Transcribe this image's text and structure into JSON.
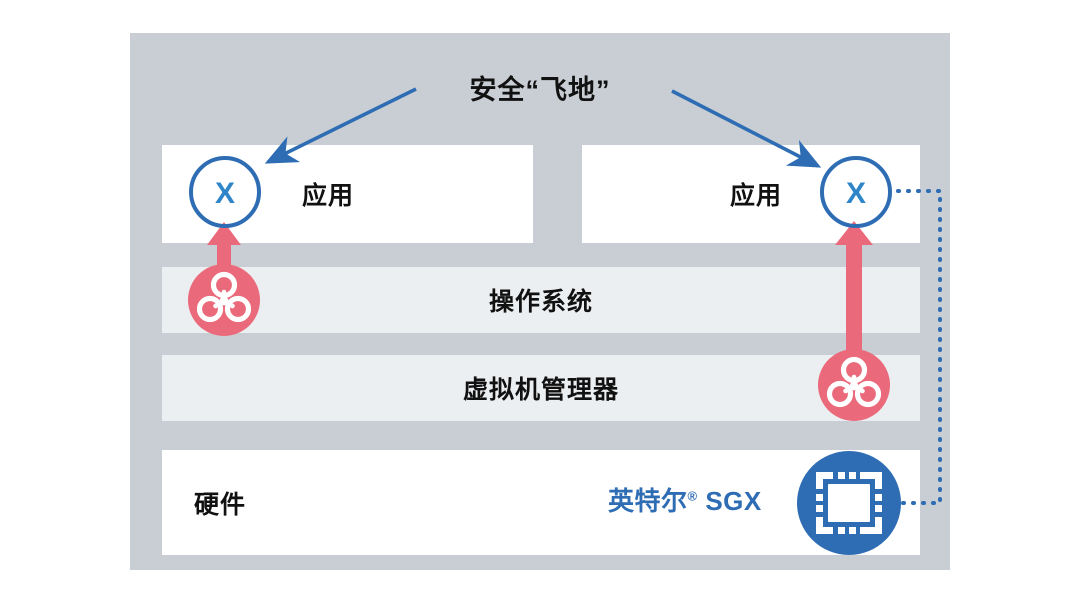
{
  "diagram": {
    "title": "安全“飞地”",
    "background_color": "#ffffff",
    "panel_color": "#c8ced3",
    "row_tint_color": "#eceff1",
    "accent_blue": "#2e6db4",
    "icon_blue": "#2e86c8",
    "threat_red": "#ea6a7b",
    "layers": [
      {
        "id": "app-left",
        "label": "应用",
        "fill": "#ffffff"
      },
      {
        "id": "app-right",
        "label": "应用",
        "fill": "#ffffff"
      },
      {
        "id": "os",
        "label": "操作系统",
        "fill": "#eceff1"
      },
      {
        "id": "vmm",
        "label": "虚拟机管理器",
        "fill": "#eceff1"
      },
      {
        "id": "hardware",
        "label": "硬件",
        "fill": "#ffffff"
      }
    ],
    "enclave_badges": [
      {
        "id": "enclave-left",
        "glyph": "X",
        "color": "#2e86c8"
      },
      {
        "id": "enclave-right",
        "glyph": "X",
        "color": "#2e86c8"
      }
    ],
    "threat_arrows": [
      {
        "id": "threat-os",
        "from_layer": "os",
        "to_layer": "app-left",
        "color": "#ea6a7b",
        "icon": "biohazard-icon"
      },
      {
        "id": "threat-vmm",
        "from_layer": "vmm",
        "to_layer": "app-right",
        "color": "#ea6a7b",
        "icon": "biohazard-icon"
      }
    ],
    "callout_arrows": [
      {
        "id": "callout-left",
        "target": "enclave-left",
        "color": "#2e6db4"
      },
      {
        "id": "callout-right",
        "target": "enclave-right",
        "color": "#2e6db4"
      }
    ],
    "sgx": {
      "brand": "英特尔",
      "registered_mark": "®",
      "product": "SGX",
      "icon": "cpu-chip-icon",
      "icon_color": "#2e6db4",
      "link_style": "dotted",
      "link_target": "enclave-right"
    }
  }
}
